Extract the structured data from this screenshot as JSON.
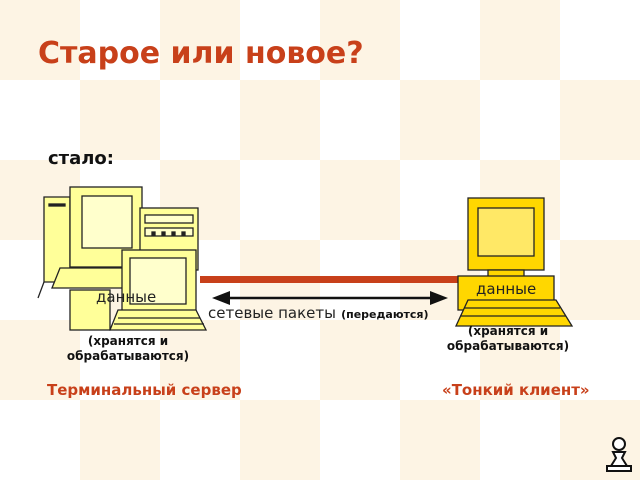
{
  "slide": {
    "title": "Старое или новое?",
    "subtitle": "стало:",
    "left": {
      "data_label": "данные",
      "note_line1": "(хранятся и",
      "note_line2": "обрабатываются)",
      "caption": "Терминальный сервер"
    },
    "right": {
      "data_label": "данные",
      "note_line1": "(хранятся и",
      "note_line2": "обрабатываются)",
      "caption": "«Тонкий клиент»"
    },
    "network": {
      "label": "сетевые пакеты",
      "label_small": "(передаются)"
    }
  },
  "colors": {
    "title": "#c8401a",
    "checker_a": "#fdf4e4",
    "checker_b": "#ffffff",
    "computer_left": "#ffff99",
    "computer_right": "#ffd700",
    "link_line": "#c8401a"
  },
  "icons": {
    "left_computers": "server-computers-icon",
    "right_computer": "thin-client-computer-icon",
    "pawn": "chess-pawn-icon"
  }
}
